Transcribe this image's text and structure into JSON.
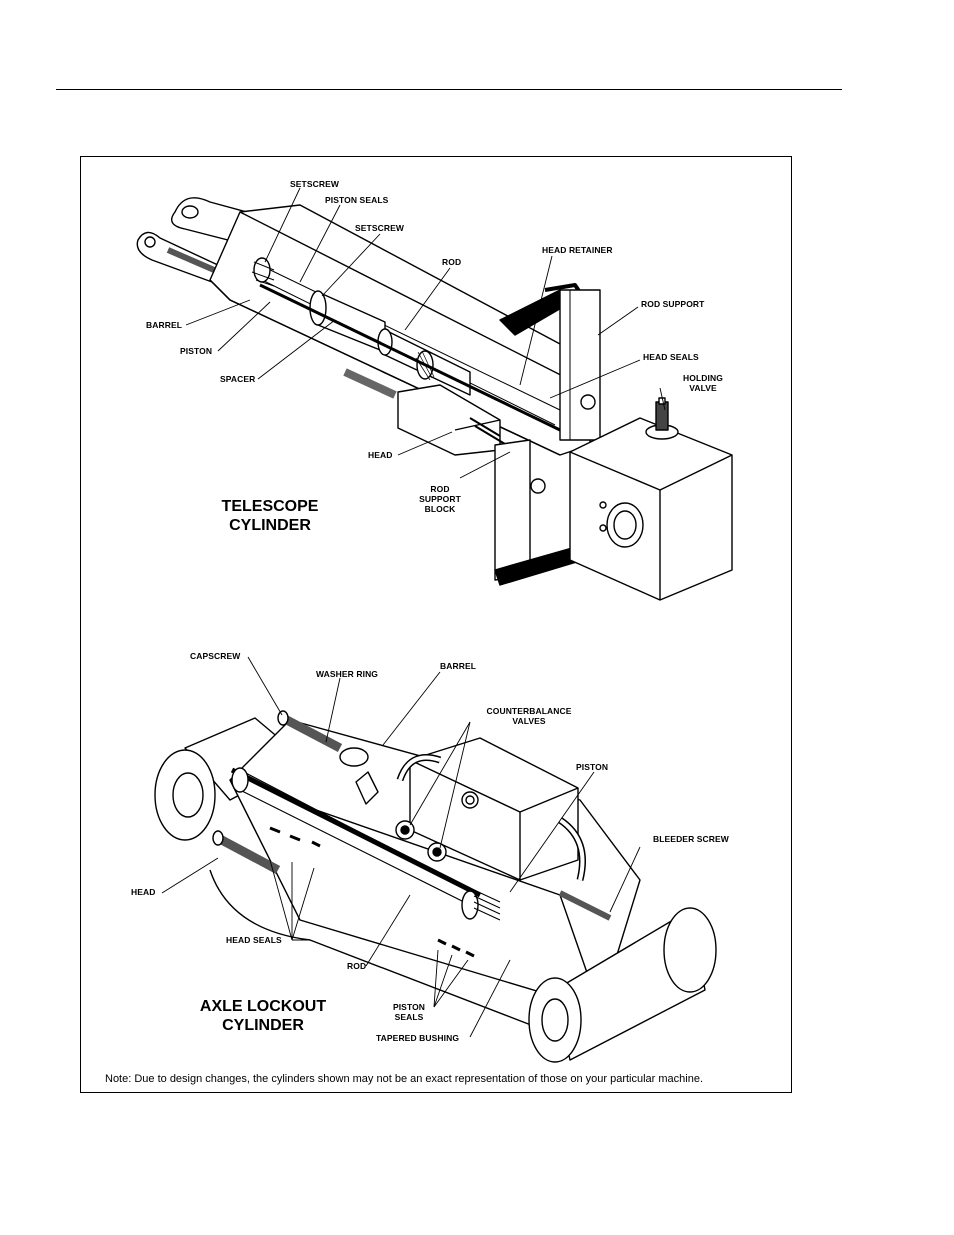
{
  "telescope": {
    "title_line1": "TELESCOPE",
    "title_line2": "CYLINDER",
    "labels": {
      "setscrew_top": "SETSCREW",
      "piston_seals": "PISTON SEALS",
      "setscrew_mid": "SETSCREW",
      "rod": "ROD",
      "head_retainer": "HEAD RETAINER",
      "rod_support": "ROD SUPPORT",
      "head_seals": "HEAD SEALS",
      "holding_valve_1": "HOLDING",
      "holding_valve_2": "VALVE",
      "barrel": "BARREL",
      "piston": "PISTON",
      "spacer": "SPACER",
      "head": "HEAD",
      "rod_support_block_1": "ROD",
      "rod_support_block_2": "SUPPORT",
      "rod_support_block_3": "BLOCK"
    }
  },
  "axle": {
    "title_line1": "AXLE LOCKOUT",
    "title_line2": "CYLINDER",
    "labels": {
      "capscrew": "CAPSCREW",
      "washer_ring": "WASHER RING",
      "barrel": "BARREL",
      "counterbalance_1": "COUNTERBALANCE",
      "counterbalance_2": "VALVES",
      "piston": "PISTON",
      "bleeder_screw": "BLEEDER SCREW",
      "head": "HEAD",
      "head_seals": "HEAD SEALS",
      "rod": "ROD",
      "piston_seals_1": "PISTON",
      "piston_seals_2": "SEALS",
      "tapered_bushing": "TAPERED BUSHING"
    }
  },
  "note": "Note: Due to design changes, the cylinders shown may not be an exact representation of those on your particular machine."
}
